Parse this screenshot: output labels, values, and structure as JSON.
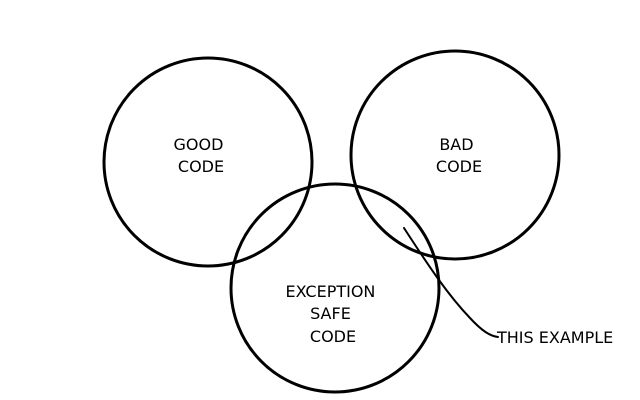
{
  "diagram": {
    "sets": [
      {
        "id": "good",
        "lines": [
          "GOOD",
          "CODE"
        ]
      },
      {
        "id": "bad",
        "lines": [
          "BAD",
          "CODE"
        ]
      },
      {
        "id": "exception_safe",
        "lines": [
          "EXCEPTION",
          "SAFE",
          "CODE"
        ]
      }
    ],
    "callout": {
      "label": "THIS EXAMPLE",
      "points_to": "bad ∩ exception_safe"
    }
  },
  "colors": {
    "stroke": "#000000",
    "text": "#000000",
    "background": "#ffffff"
  }
}
